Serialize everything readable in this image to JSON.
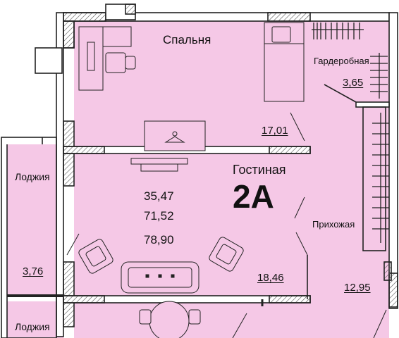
{
  "plan": {
    "colors": {
      "room_fill": "#f5c8e6",
      "wall_fill": "#ffffff",
      "wall_stroke": "#222222",
      "hatch": "#555555",
      "background": "#ffffff"
    },
    "rooms": {
      "bedroom": {
        "name": "Спальня",
        "area": "17,01"
      },
      "wardrobe": {
        "name": "Гардеробная",
        "area": "3,65"
      },
      "living": {
        "name": "Гостиная",
        "area": "18,46"
      },
      "hallway": {
        "name": "Прихожая",
        "area": "12,95"
      },
      "loggia_top": {
        "name": "Лоджия",
        "area": "3,76"
      },
      "loggia_bottom": {
        "name": "Лоджия"
      }
    },
    "apartment": {
      "type": "2А",
      "living_area": "35,47",
      "total_area": "71,52",
      "total_area_with_loggia": "78,90"
    },
    "furniture_icons": [
      "desk-icon",
      "desk-chair-icon",
      "bed-icon",
      "pillow-icon",
      "wardrobe-shelf-icon",
      "hanger-icon",
      "tv-stand-icon",
      "armchair-icon",
      "sofa-icon",
      "dining-table-icon",
      "door-swing-icon"
    ]
  }
}
